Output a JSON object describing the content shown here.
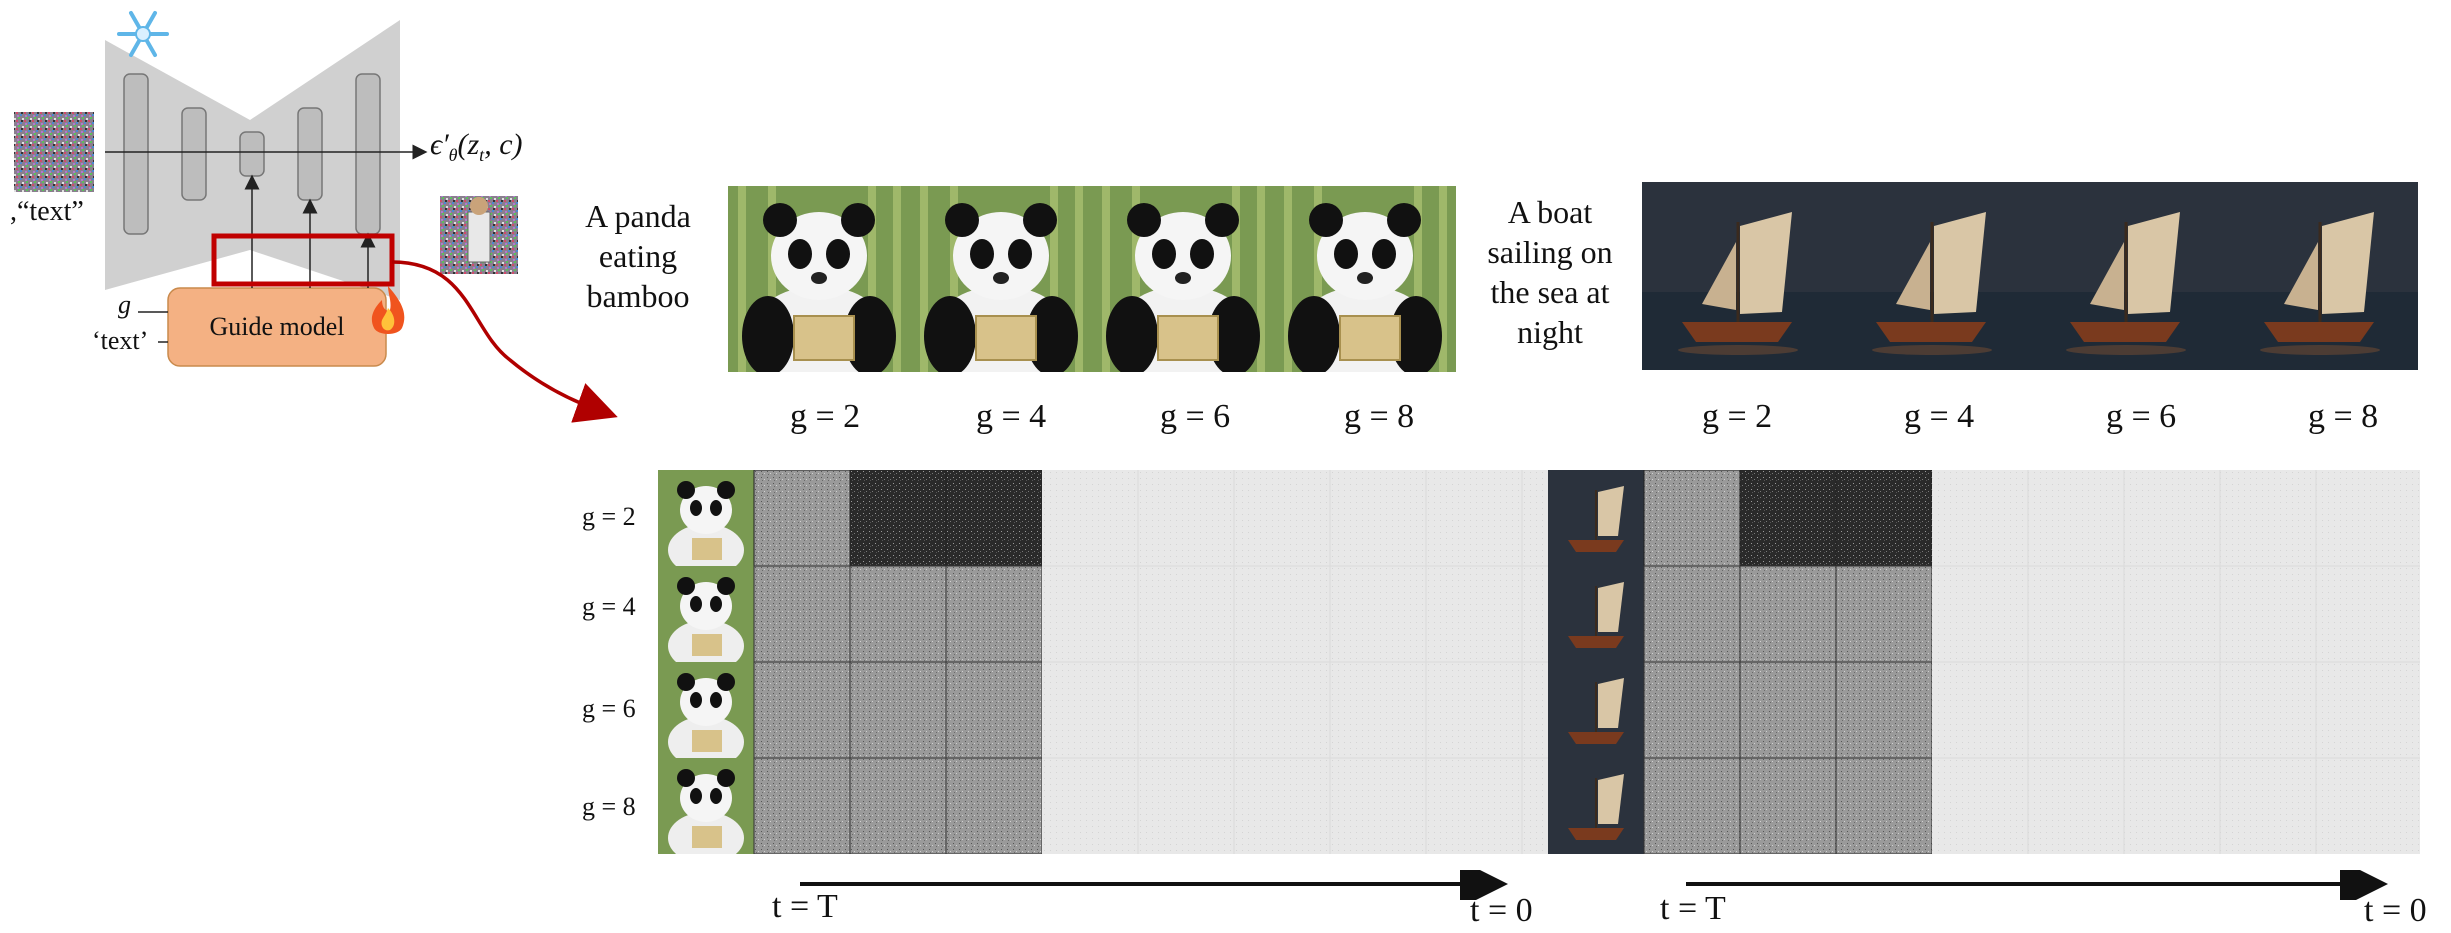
{
  "diagram": {
    "input_text": ",“text”",
    "output_label": "ϵ′θ(zt, c)",
    "output_epsilon": "ϵ′",
    "output_theta": "θ",
    "output_args": "(z",
    "output_t": "t",
    "output_rest": ", c)",
    "g_label": "g",
    "text_label": "‘text’",
    "guide_model": "Guide model",
    "frozen_icon": "snowflake-icon",
    "trainable_icon": "fire-icon",
    "colors": {
      "unet": "#cfcfcf",
      "guide_box": "#f4b183",
      "highlight": "#c00000",
      "arrow": "#b00000"
    }
  },
  "panda": {
    "caption": [
      "A panda",
      "eating",
      "bamboo"
    ],
    "g_labels": [
      "g = 2",
      "g = 4",
      "g = 6",
      "g = 8"
    ],
    "row_labels": [
      "g = 2",
      "g = 4",
      "g = 6",
      "g = 8"
    ]
  },
  "boat": {
    "caption": [
      "A boat",
      "sailing on",
      "the sea at",
      "night"
    ],
    "g_labels": [
      "g = 2",
      "g = 4",
      "g = 6",
      "g = 8"
    ]
  },
  "timeline": {
    "start": "t = T",
    "end": "t = 0"
  }
}
